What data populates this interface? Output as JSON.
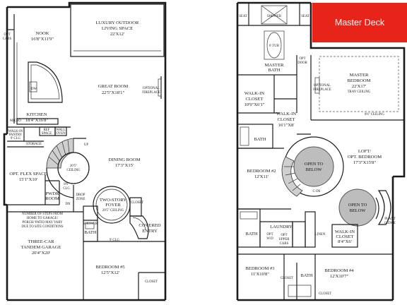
{
  "first_floor": {
    "nook": {
      "name": "NOOK",
      "dim": "16'8\"X11'9\""
    },
    "luxury_outdoor": {
      "name1": "LUXURY OUTDOOR",
      "name2": "LIVING SPACE",
      "dim": "22'X12'"
    },
    "opt_cabs": {
      "line1": "OPT",
      "line2": "CABS"
    },
    "dw": "DW",
    "great_room": {
      "name": "GREAT ROOM",
      "dim": "22'5\"X18'1\""
    },
    "optional_fireplace": {
      "line1": "OPTIONAL",
      "line2": "FIREPLACE"
    },
    "kitchen": {
      "name": "KITCHEN",
      "dim": "18'4\"X16'8\""
    },
    "micro": "MICRO",
    "ref_space": {
      "line1": "REF",
      "line2": "SPACE"
    },
    "wall_oven": {
      "line1": "WALL",
      "line2": "OVEN"
    },
    "walk_in_pantry": {
      "line1": "WALK-IN",
      "line2": "PANTRY",
      "line3": "9' CLG"
    },
    "storage": "STORAGE",
    "ceiling_20": {
      "line1": "20'5\"",
      "line2": "CEILING"
    },
    "up": "UP",
    "dining_room": {
      "name": "DINING ROOM",
      "dim": "17'3\"X15'"
    },
    "opt_flex": {
      "name": "OPT. FLEX SPACE",
      "dim": "15'1\"X10'"
    },
    "pwdr_room": {
      "line1": "PWDR",
      "line2": "ROOM"
    },
    "clg_8": {
      "line1": "8'6\"",
      "line2": "CLG"
    },
    "drop_zone": {
      "line1": "DROP",
      "line2": "ZONE"
    },
    "dn": "DN",
    "foyer": {
      "line1": "TWO-STORY",
      "line2": "FOYER",
      "line3": "20'5\" CEILING"
    },
    "closet": "CLOSET",
    "steps_note": {
      "line1": "NUMBER OF STEPS FROM",
      "line2": "HOME TO GARAGE/",
      "line3": "PORCH/ PATIO MAY VARY",
      "line4": "DUE TO SITE CONDITIONS"
    },
    "shower": "SHOWER",
    "bath": "BATH",
    "covered_entry": {
      "line1": "COVERED",
      "line2": "ENTRY"
    },
    "clg_9": "9' CLG",
    "garage": {
      "name1": "THREE-CAR",
      "name2": "TANDEM GARAGE",
      "dim": "20'4\"X20'"
    },
    "bedroom5": {
      "name": "BEDROOM #5",
      "dim": "12'5\"X12'"
    }
  },
  "second_floor": {
    "seat_left": "SEAT",
    "shower": "SHOWER",
    "seat_right": "SEAT",
    "tub": "6' TUB",
    "master_bath": {
      "line1": "MASTER",
      "line2": "BATH"
    },
    "opt_door": {
      "line1": "OPT",
      "line2": "DOOR"
    },
    "master_bedroom": {
      "line1": "MASTER",
      "line2": "BEDROOM",
      "dim": "22'X17'",
      "ceiling": "TRAY CEILING"
    },
    "optional_fireplace": {
      "line1": "OPTIONAL",
      "line2": "FIREPLACE"
    },
    "wic_1": {
      "line1": "WALK-IN",
      "line2": "CLOSET",
      "dim": "10'9\"X6'1\""
    },
    "wic_2": {
      "line1": "WALK-IN",
      "line2": "CLOSET",
      "dim": "16'1\"X8'"
    },
    "ceiling_86": "8'6\" CEILING",
    "bath1": "BATH",
    "bedroom2": {
      "name": "BEDROOM #2",
      "dim": "12'X11'"
    },
    "open_to_below_1": {
      "line1": "OPEN TO",
      "line2": "BELOW"
    },
    "loft": {
      "line1": "LOFT/",
      "line2": "OPT. BEDROOM",
      "dim": "17'3\"X15'8\""
    },
    "open_to_below_2": {
      "line1": "OPEN TO",
      "line2": "BELOW"
    },
    "cds": "C-DS",
    "plant_ledge": {
      "line1": "PLANT",
      "line2": "LEDGE"
    },
    "laundry": "LAUNDRY",
    "bath2": "BATH",
    "opt_wd": {
      "line1": "OPT",
      "line2": "W/D"
    },
    "opt_upper_cabs": {
      "line1": "OPT",
      "line2": "UPPER",
      "line3": "CABS"
    },
    "linen": "LINEN",
    "wic_3": {
      "line1": "WALK-IN",
      "line2": "CLOSET",
      "dim": "8'4\"X6'"
    },
    "bedroom3": {
      "name": "BEDROOM #3",
      "dim": "11'X10'8\""
    },
    "bedroom4": {
      "name": "BEDROOM #4",
      "dim": "12'X10'7\""
    },
    "closet_left": "CLOSET",
    "closet_right": "CLOSET",
    "bath3": "BATH"
  },
  "highlight": {
    "label": "Master Deck",
    "color": "#e8231a"
  }
}
